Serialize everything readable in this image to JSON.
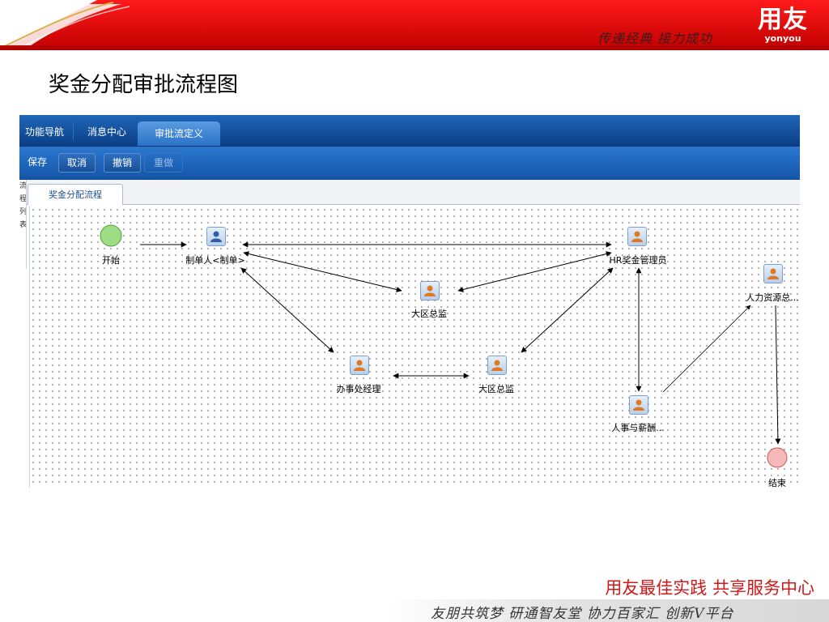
{
  "brand": {
    "logo_cn": "用友",
    "logo_en": "yonyou",
    "slogan": "传递经典 接力成功"
  },
  "slide": {
    "title": "奖金分配审批流程图"
  },
  "app": {
    "nav": [
      {
        "label": "功能导航"
      },
      {
        "label": "消息中心"
      },
      {
        "label": "审批流定义"
      }
    ],
    "toolbar": {
      "save": "保存",
      "cancel": "取消",
      "undo": "撤销",
      "redo": "重做"
    },
    "doc_tab": "奖金分配流程",
    "left_strip_text": "流程列表"
  },
  "flow": {
    "nodes": {
      "start": "开始",
      "maker": "制单人<制单>",
      "region_a": "大区总监",
      "hr_admin": "HR奖金管理员",
      "hr_director": "人力资源总...",
      "office_mgr": "办事处经理",
      "region_b": "大区总监",
      "hr_salary": "人事与薪酬...",
      "end": "结束"
    }
  },
  "footer": {
    "tagline": "用友最佳实践  共享服务中心",
    "motto": "友朋共筑梦  研通智友堂  协力百家汇  创新V平台"
  },
  "colors": {
    "banner_red": "#d40d0d",
    "nav_blue": "#0b3f86",
    "footer_red": "#d11818",
    "start_green": "#8ed46f",
    "end_pink": "#f3a7a7"
  }
}
